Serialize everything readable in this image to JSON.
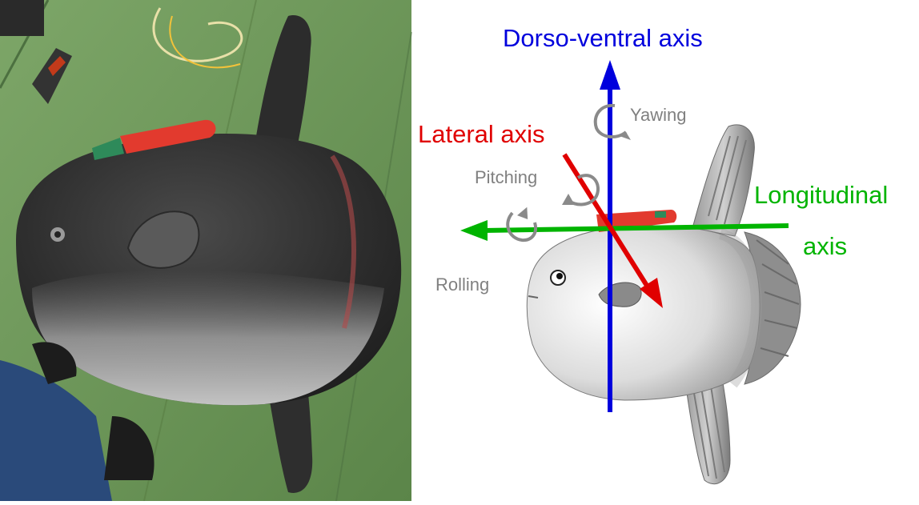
{
  "photo": {
    "description_icon": "sunfish-photo"
  },
  "axes": {
    "dorso_ventral": {
      "label": "Dorso-ventral axis",
      "color": "#0000dd"
    },
    "lateral": {
      "label": "Lateral axis",
      "color": "#e00000"
    },
    "longitudinal": {
      "label_line1": "Longitudinal",
      "label_line2": "axis",
      "color": "#00b400"
    }
  },
  "motions": {
    "yawing": "Yawing",
    "pitching": "Pitching",
    "rolling": "Rolling",
    "color": "#808080"
  },
  "colors": {
    "deck": "#6f9a5c",
    "fish_dark": "#3a3a3a",
    "tag": "#e23a2e"
  }
}
